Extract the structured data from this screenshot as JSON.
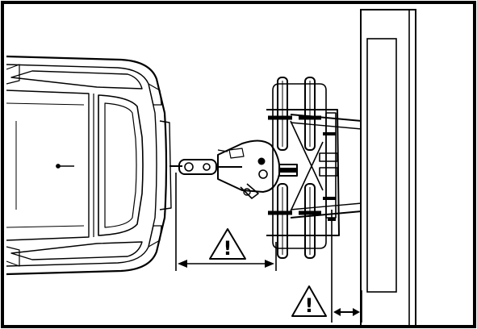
{
  "diagram": {
    "warnings": [
      {
        "symbol": "!",
        "meaning": "warning-clearance-car-to-bike-rack"
      },
      {
        "symbol": "!",
        "meaning": "warning-clearance-bike-rack-to-wall"
      }
    ],
    "icons": [
      "car-top-view",
      "hitch-bike-rack",
      "garage-wall",
      "warning-triangle-icon",
      "double-arrow-icon"
    ],
    "colors": {
      "line": "#000000",
      "background": "#ffffff"
    }
  }
}
